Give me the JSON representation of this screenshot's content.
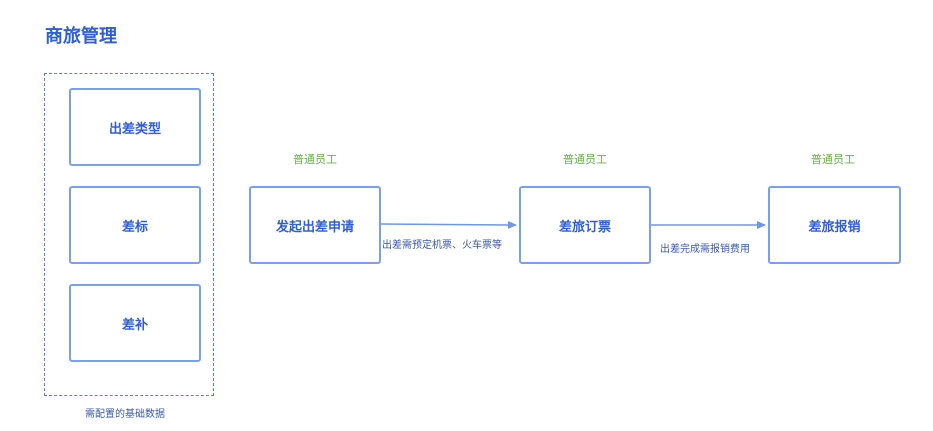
{
  "title": "商旅管理",
  "base_data": {
    "items": [
      "出差类型",
      "差标",
      "差补"
    ],
    "caption": "需配置的基础数据"
  },
  "flow": {
    "steps": [
      {
        "label": "发起出差申请",
        "role": "普通员工"
      },
      {
        "label": "差旅订票",
        "role": "普通员工"
      },
      {
        "label": "差旅报销",
        "role": "普通员工"
      }
    ],
    "edges": [
      {
        "label": "出差需预定机票、火车票等"
      },
      {
        "label": "出差完成需报销费用"
      }
    ]
  },
  "colors": {
    "title": "#2f5fd0",
    "box_border": "#7b9ff0",
    "role_text": "#6ab04c",
    "arrow": "#6f95e8"
  }
}
